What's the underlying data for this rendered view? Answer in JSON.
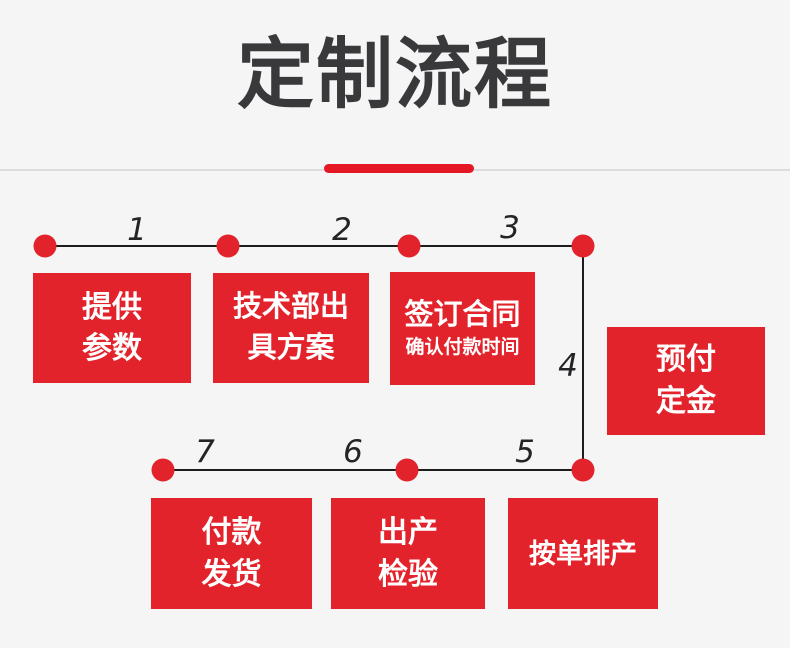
{
  "title": "定制流程",
  "flow": {
    "step_numbers": [
      "1",
      "2",
      "3",
      "4",
      "5",
      "6",
      "7"
    ],
    "boxes": {
      "provide_params": {
        "line1": "提供",
        "line2": "参数"
      },
      "tech_dept_plan": {
        "line1": "技术部出",
        "line2": "具方案"
      },
      "sign_contract": {
        "title": "签订合同",
        "subtitle": "确认付款时间"
      },
      "prepay_deposit": {
        "line1": "预付",
        "line2": "定金"
      },
      "payment_shipping": {
        "line1": "付款",
        "line2": "发货"
      },
      "production_inspection": {
        "line1": "出产",
        "line2": "检验"
      },
      "schedule_production": {
        "label": "按单排产"
      }
    }
  },
  "colors": {
    "box_red": "#e3232b",
    "accent_red": "#e41725",
    "title_text": "#39393b",
    "connector": "#1c1c1c",
    "background": "#f5f5f6",
    "divider": "#dcdcdc",
    "box_text": "#ffffff"
  }
}
